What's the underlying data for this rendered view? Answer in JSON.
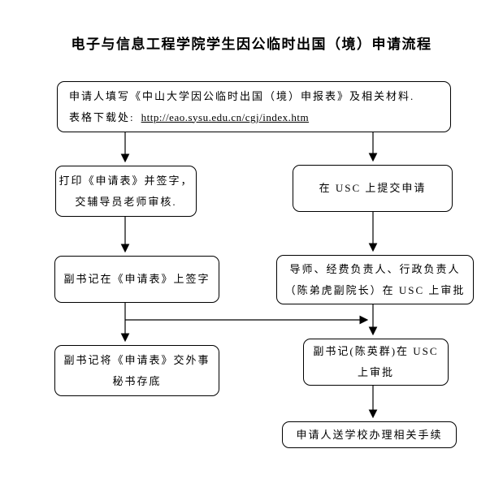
{
  "title": "电子与信息工程学院学生因公临时出国（境）申请流程",
  "colors": {
    "ink": "#000000",
    "background": "#ffffff"
  },
  "boxes": {
    "fill_application": {
      "line1": "申请人填写《中山大学因公临时出国（境）申报表》及相关材料.",
      "line2_prefix": "表格下载处:",
      "link": "http://eao.sysu.edu.cn/cgj/index.htm"
    },
    "print_sign": {
      "line1": "打印《申请表》并签字，",
      "line2": "交辅导员老师审核."
    },
    "usc_submit": {
      "line1": "在 USC 上提交申请"
    },
    "deputy_secretary_sign": {
      "line1": "副书记在《申请表》上签字"
    },
    "supervisor_approve": {
      "line1": "导师、经费负责人、行政负责人",
      "line2": "（陈弟虎副院长）在 USC 上审批"
    },
    "archive_copy": {
      "line1": "副书记将《申请表》交外事",
      "line2": "秘书存底"
    },
    "deputy_secretary_approve": {
      "line1": "副书记(陈英群)在 USC",
      "line2": "上审批"
    },
    "final_procedures": {
      "line1": "申请人送学校办理相关手续"
    }
  },
  "edges": [
    {
      "from": "fill_application",
      "to": "print_sign"
    },
    {
      "from": "fill_application",
      "to": "usc_submit"
    },
    {
      "from": "print_sign",
      "to": "deputy_secretary_sign"
    },
    {
      "from": "usc_submit",
      "to": "supervisor_approve"
    },
    {
      "from": "deputy_secretary_sign",
      "to": "archive_copy"
    },
    {
      "from": "deputy_secretary_sign",
      "to": "deputy_secretary_approve"
    },
    {
      "from": "supervisor_approve",
      "to": "deputy_secretary_approve"
    },
    {
      "from": "deputy_secretary_approve",
      "to": "final_procedures"
    }
  ]
}
